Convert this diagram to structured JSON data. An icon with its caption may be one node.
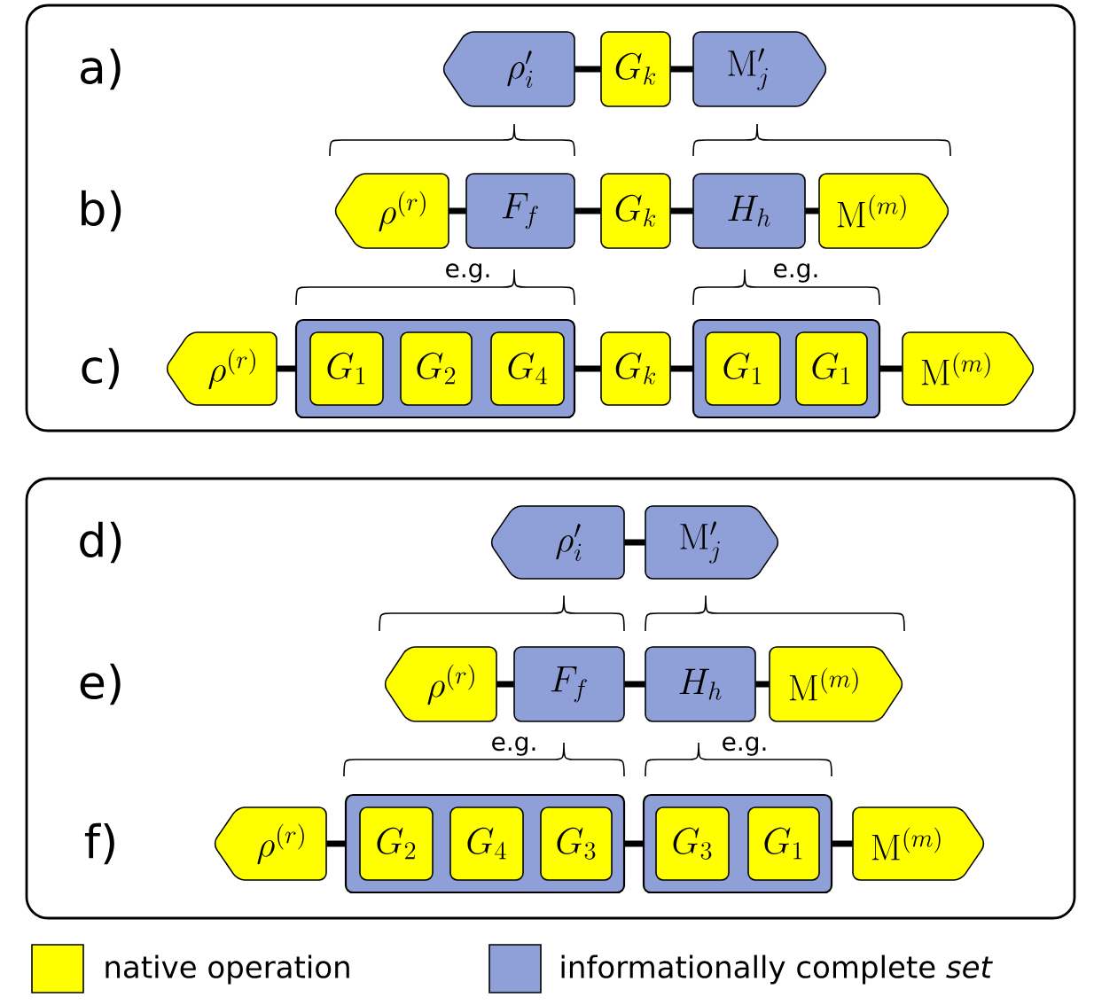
{
  "diagram": {
    "nodes": [
      {
        "text": [
          "\\rho'_i"
        ]
      },
      {
        "text": [
          "G_k"
        ]
      },
      {
        "text": [
          "\\mathrm{M}'_j"
        ]
      },
      {
        "text": [
          "\\rho^{(r)}"
        ]
      },
      {
        "text": [
          "F_f"
        ]
      },
      {
        "text": [
          "G_k"
        ]
      },
      {
        "text": [
          "H_h"
        ]
      },
      {
        "text": [
          "\\mathrm{M}^{(m)}"
        ]
      },
      {
        "text": [
          "\\rho^{(r)}"
        ]
      },
      {
        "text": [],
        "shape": "box"
      },
      {
        "text": [
          "G_1"
        ],
        "in": 9
      },
      {
        "text": [
          "G_2"
        ],
        "in": 9
      },
      {
        "text": [
          "G_4"
        ],
        "in": 9
      },
      {
        "text": [
          "G_k"
        ]
      },
      {
        "text": [],
        "shape": "box"
      },
      {
        "text": [
          "G_1"
        ],
        "in": 14
      },
      {
        "text": [
          "G_1"
        ],
        "in": 14
      },
      {
        "text": [
          "\\mathrm{M}^{(m)}"
        ]
      },
      {
        "text": [
          "\\rho'_i"
        ]
      },
      {
        "text": [
          "\\mathrm{M}'_j"
        ]
      },
      {
        "text": [
          "\\rho^{(r)}"
        ]
      },
      {
        "text": [
          "F_f"
        ]
      },
      {
        "text": [
          "H_h"
        ]
      },
      {
        "text": [
          "\\mathrm{M}^{(m)}"
        ]
      },
      {
        "text": [
          "\\rho^{(r)}"
        ]
      },
      {
        "text": [],
        "shape": "box"
      },
      {
        "text": [
          "G_2"
        ],
        "in": 25
      },
      {
        "text": [
          "G_4"
        ],
        "in": 25
      },
      {
        "text": [
          "G_3"
        ],
        "in": 25
      },
      {
        "text": [],
        "shape": "box"
      },
      {
        "text": [
          "G_3"
        ],
        "in": 29
      },
      {
        "text": [
          "G_1"
        ],
        "in": 29
      },
      {
        "text": [
          "\\mathrm{M}^{(m)}"
        ]
      }
    ],
    "edges": [
      {
        "from": 0,
        "to": 1,
        "arrow": "none"
      },
      {
        "from": 1,
        "to": 2,
        "arrow": "none"
      },
      {
        "from": 3,
        "to": 4,
        "arrow": "none"
      },
      {
        "from": 4,
        "to": 5,
        "arrow": "none"
      },
      {
        "from": 5,
        "to": 6,
        "arrow": "none"
      },
      {
        "from": 6,
        "to": 7,
        "arrow": "none"
      },
      {
        "from": 8,
        "to": 9,
        "arrow": "none"
      },
      {
        "from": 9,
        "to": 13,
        "arrow": "none"
      },
      {
        "from": 13,
        "to": 14,
        "arrow": "none"
      },
      {
        "from": 14,
        "to": 17,
        "arrow": "none"
      },
      {
        "from": 18,
        "to": 19,
        "arrow": "none"
      },
      {
        "from": 20,
        "to": 21,
        "arrow": "none"
      },
      {
        "from": 21,
        "to": 22,
        "arrow": "none"
      },
      {
        "from": 22,
        "to": 23,
        "arrow": "none"
      },
      {
        "from": 24,
        "to": 25,
        "arrow": "none"
      },
      {
        "from": 25,
        "to": 29,
        "arrow": "none"
      },
      {
        "from": 29,
        "to": 32,
        "arrow": "none"
      }
    ],
    "labels": [
      "a)",
      "b)",
      "e.g.",
      "e.g.",
      "c)",
      "d)",
      "e)",
      "e.g.",
      "e.g.",
      "f)"
    ],
    "legend": [
      {
        "text": "native operation",
        "color": "#ffff00"
      },
      {
        "text": "informationally complete *set*",
        "color": "#8fa0d8"
      }
    ]
  }
}
